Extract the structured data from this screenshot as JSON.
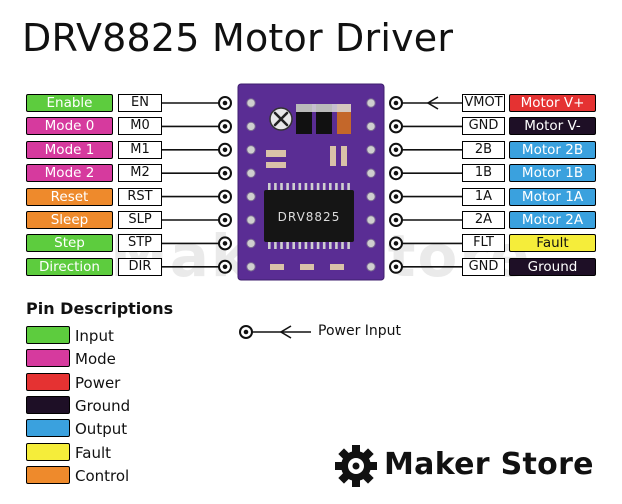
{
  "title": "DRV8825 Motor Driver",
  "chip_label": "DRV8825",
  "watermark": "Maker Store",
  "left_pins": [
    {
      "function": "Enable",
      "code": "EN",
      "category": "input"
    },
    {
      "function": "Mode 0",
      "code": "M0",
      "category": "mode"
    },
    {
      "function": "Mode 1",
      "code": "M1",
      "category": "mode"
    },
    {
      "function": "Mode 2",
      "code": "M2",
      "category": "mode"
    },
    {
      "function": "Reset",
      "code": "RST",
      "category": "control"
    },
    {
      "function": "Sleep",
      "code": "SLP",
      "category": "control"
    },
    {
      "function": "Step",
      "code": "STP",
      "category": "input"
    },
    {
      "function": "Direction",
      "code": "DIR",
      "category": "input"
    }
  ],
  "right_pins": [
    {
      "function": "Motor V+",
      "code": "VMOT",
      "category": "power",
      "power_input": true
    },
    {
      "function": "Motor V-",
      "code": "GND",
      "category": "ground"
    },
    {
      "function": "Motor 2B",
      "code": "2B",
      "category": "output"
    },
    {
      "function": "Motor 1B",
      "code": "1B",
      "category": "output"
    },
    {
      "function": "Motor 1A",
      "code": "1A",
      "category": "output"
    },
    {
      "function": "Motor 2A",
      "code": "2A",
      "category": "output"
    },
    {
      "function": "Fault",
      "code": "FLT",
      "category": "fault"
    },
    {
      "function": "Ground",
      "code": "GND",
      "category": "ground"
    }
  ],
  "legend": {
    "title": "Pin Descriptions",
    "items": [
      {
        "label": "Input",
        "category": "input"
      },
      {
        "label": "Mode",
        "category": "mode"
      },
      {
        "label": "Power",
        "category": "power"
      },
      {
        "label": "Ground",
        "category": "ground"
      },
      {
        "label": "Output",
        "category": "output"
      },
      {
        "label": "Fault",
        "category": "fault"
      },
      {
        "label": "Control",
        "category": "control"
      }
    ],
    "power_input_label": "Power Input"
  },
  "brand": "Maker Store",
  "colors": {
    "input": "#5dcc3e",
    "mode": "#d63a9e",
    "power": "#e53232",
    "ground": "#1e0f26",
    "output": "#3aa1de",
    "fault": "#f5ed3a",
    "control": "#ee8a2c",
    "board": "#5a2d94",
    "board_dark": "#3f1f6e"
  },
  "text_colors": {
    "input": "#ffffff",
    "mode": "#ffffff",
    "power": "#ffffff",
    "ground": "#ffffff",
    "output": "#ffffff",
    "fault": "#111111",
    "control": "#ffffff"
  }
}
